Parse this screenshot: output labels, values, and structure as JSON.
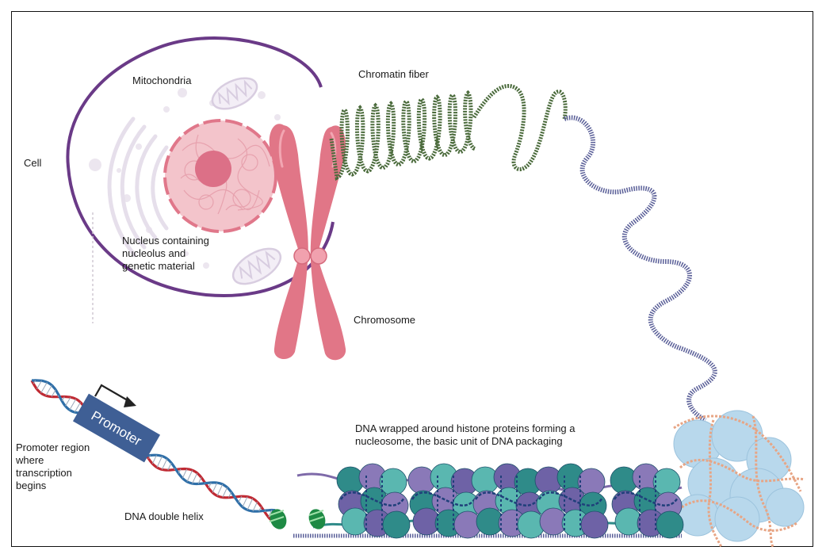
{
  "labels": {
    "cell": "Cell",
    "mitochondria": "Mitochondria",
    "nucleus": [
      "Nucleus containing",
      "nucleolus and",
      "genetic material"
    ],
    "chromatin_fiber": "Chromatin fiber",
    "chromosome": "Chromosome",
    "promoter_box": "Promoter",
    "promoter_region": [
      "Promoter region",
      "where",
      "transcription",
      "begins"
    ],
    "dna_double_helix": "DNA double helix",
    "nucleosome": [
      "DNA wrapped around histone proteins forming a",
      "nucleosome, the basic unit of DNA packaging"
    ]
  },
  "colors": {
    "cell_membrane": "#6a3a87",
    "nucleus": "#e9a0ab",
    "chromosome": "#e17687",
    "chromatin": "#4b6b3c",
    "dna_loop": "#5a5f98",
    "dna_red": "#c02a33",
    "dna_blue": "#2f6fa8",
    "promoter": "#3f5f95",
    "histone_teal": "#2f8b89",
    "histone_purple": "#8a79b8",
    "nucleosome_light": "#b8d8ec"
  }
}
